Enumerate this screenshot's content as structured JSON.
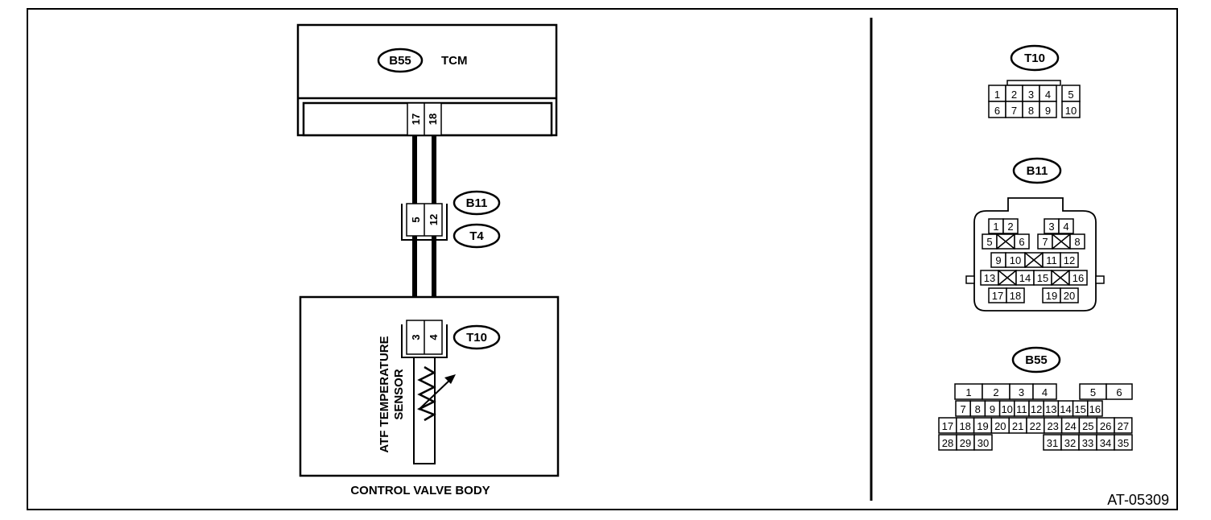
{
  "figure_id": "AT-05309",
  "tcm": {
    "connector": "B55",
    "name": "TCM",
    "pins": [
      "17",
      "18"
    ]
  },
  "intermediate_connector": {
    "connector_a": "B11",
    "connector_b": "T4",
    "pins": [
      "5",
      "12"
    ]
  },
  "sensor_connector": {
    "connector": "T10",
    "pins": [
      "3",
      "4"
    ]
  },
  "sensor_label": [
    "ATF TEMPERATURE",
    "SENSOR"
  ],
  "control_valve_body": "CONTROL VALVE BODY",
  "connector_views": {
    "t10": {
      "tag": "T10",
      "top_row": [
        "1",
        "2",
        "3",
        "4",
        "5"
      ],
      "bottom_row": [
        "6",
        "7",
        "8",
        "9",
        "10"
      ]
    },
    "b11": {
      "tag": "B11",
      "pins": [
        "1",
        "2",
        "3",
        "4",
        "5",
        "6",
        "7",
        "8",
        "9",
        "10",
        "11",
        "12",
        "13",
        "14",
        "15",
        "16",
        "17",
        "18",
        "19",
        "20"
      ]
    },
    "b55": {
      "tag": "B55",
      "row1": [
        "1",
        "2",
        "3",
        "4",
        "5",
        "6"
      ],
      "row2": [
        "7",
        "8",
        "9",
        "10",
        "11",
        "12",
        "13",
        "14",
        "15",
        "16"
      ],
      "row3": [
        "17",
        "18",
        "19",
        "20",
        "21",
        "22",
        "23",
        "24",
        "25",
        "26",
        "27"
      ],
      "row4": [
        "28",
        "29",
        "30",
        "31",
        "32",
        "33",
        "34",
        "35"
      ]
    }
  }
}
